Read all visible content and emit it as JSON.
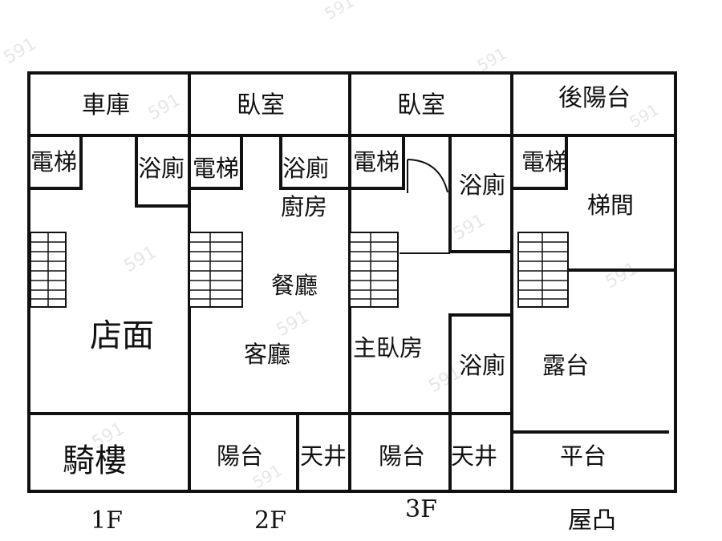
{
  "floors": [
    {
      "id": "1f",
      "label": "1F",
      "rooms": {
        "garage": "車庫",
        "elevator": "電梯",
        "bathroom": "浴廁",
        "storefront": "店面",
        "arcade": "騎樓"
      }
    },
    {
      "id": "2f",
      "label": "2F",
      "rooms": {
        "bedroom": "臥室",
        "elevator": "電梯",
        "bathroom": "浴廁",
        "kitchen": "廚房",
        "dining": "餐廳",
        "living": "客廳",
        "balcony": "陽台",
        "lightwell": "天井"
      }
    },
    {
      "id": "3f",
      "label": "3F",
      "rooms": {
        "bedroom": "臥室",
        "elevator": "電梯",
        "bathroom_upper": "浴廁",
        "master": "主臥房",
        "bathroom_lower": "浴廁",
        "balcony": "陽台",
        "lightwell": "天井"
      }
    },
    {
      "id": "roof",
      "label": "屋凸",
      "rooms": {
        "rear_balcony": "後陽台",
        "elevator": "電梯",
        "stairwell": "梯間",
        "terrace": "露台",
        "platform": "平台"
      }
    }
  ],
  "watermark": "591"
}
